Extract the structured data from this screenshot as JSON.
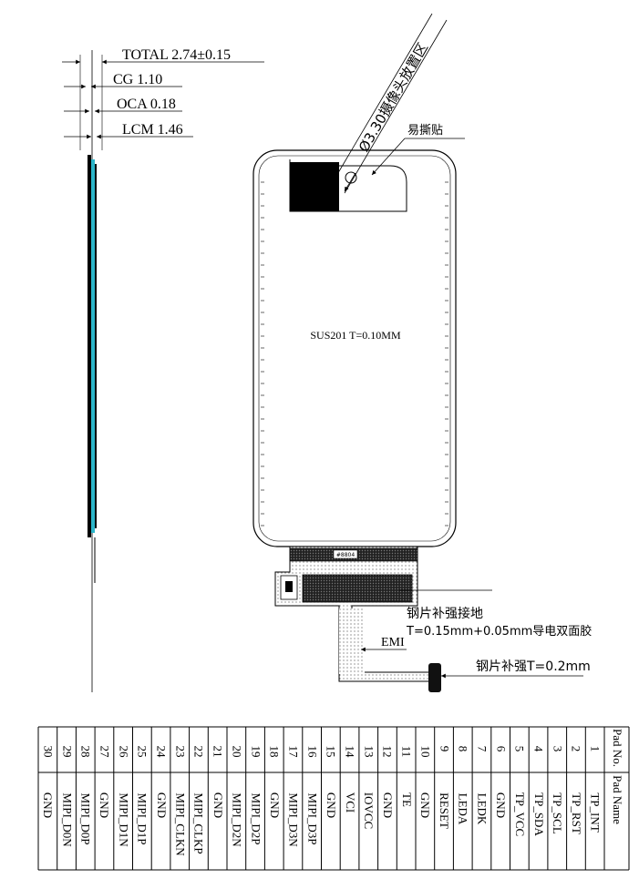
{
  "stackup": {
    "total": "TOTAL 2.74±0.15",
    "cg": "CG 1.10",
    "oca": "OCA 0.18",
    "lcm": "LCM 1.46"
  },
  "front": {
    "camera_zone": "Ø3.30摄像头放置区",
    "easy_tear": "易撕贴",
    "material": "SUS201 T=0.10MM",
    "fpc_mark": "#8804",
    "steel_ground": "钢片补强接地",
    "steel_ground_spec": "T=0.15mm+0.05mm导电双面胶",
    "emi": "EMI",
    "steel_stiffener": "钢片补强T=0.2mm"
  },
  "pad_table": {
    "header_no": "Pad No.",
    "header_name": "Pad Name",
    "rows": [
      {
        "no": "1",
        "name": "TP_INT"
      },
      {
        "no": "2",
        "name": "TP_RST"
      },
      {
        "no": "3",
        "name": "TP_SCL"
      },
      {
        "no": "4",
        "name": "TP_SDA"
      },
      {
        "no": "5",
        "name": "TP_VCC"
      },
      {
        "no": "6",
        "name": "GND"
      },
      {
        "no": "7",
        "name": "LEDK"
      },
      {
        "no": "8",
        "name": "LEDA"
      },
      {
        "no": "9",
        "name": "RESET"
      },
      {
        "no": "10",
        "name": "GND"
      },
      {
        "no": "11",
        "name": "TE"
      },
      {
        "no": "12",
        "name": "GND"
      },
      {
        "no": "13",
        "name": "IOVCC"
      },
      {
        "no": "14",
        "name": "VCI"
      },
      {
        "no": "15",
        "name": "GND"
      },
      {
        "no": "16",
        "name": "MIPI_D3P"
      },
      {
        "no": "17",
        "name": "MIPI_D3N"
      },
      {
        "no": "18",
        "name": "GND"
      },
      {
        "no": "19",
        "name": "MIPI_D2P"
      },
      {
        "no": "20",
        "name": "MIPI_D2N"
      },
      {
        "no": "21",
        "name": "GND"
      },
      {
        "no": "22",
        "name": "MIPI_CLKP"
      },
      {
        "no": "23",
        "name": "MIPI_CLKN"
      },
      {
        "no": "24",
        "name": "GND"
      },
      {
        "no": "25",
        "name": "MIPI_D1P"
      },
      {
        "no": "26",
        "name": "MIPI_D1N"
      },
      {
        "no": "27",
        "name": "GND"
      },
      {
        "no": "28",
        "name": "MIPI_D0P"
      },
      {
        "no": "29",
        "name": "MIPI_D0N"
      },
      {
        "no": "30",
        "name": "GND"
      }
    ]
  }
}
